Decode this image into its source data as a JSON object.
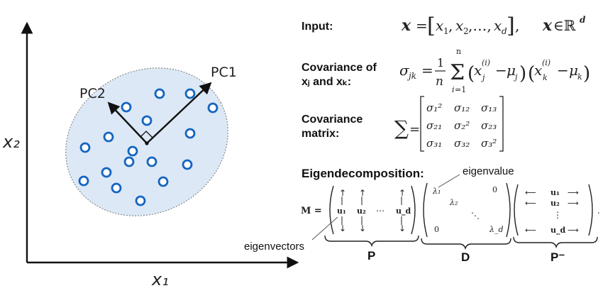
{
  "plot": {
    "x_label": "x₁",
    "y_label": "x₂",
    "pc1_label": "PC1",
    "pc2_label": "PC2",
    "point_color": "#1565c0",
    "ellipse_fill": "#dce8f6",
    "points_count_note": "17"
  },
  "formulas": {
    "input_label": "Input:",
    "input_formula": "x = [x₁, x₂, …, x_d],  x ∈ ℝ^d",
    "covariance_label_line1": "Covariance of",
    "covariance_label_line2": "xⱼ and xₖ:",
    "covariance_formula": "σ_jk = 1/n Σ_{i=1}^{n} (x_j^(i) − μ_j)(x_k^(i) − μ_k)",
    "cov_matrix_label_line1": "Covariance",
    "cov_matrix_label_line2": "matrix:",
    "cov_matrix_cells": [
      [
        "σ₁²",
        "σ₁₂",
        "σ₁₃"
      ],
      [
        "σ₂₁",
        "σ₂²",
        "σ₂₃"
      ],
      [
        "σ₃₁",
        "σ₃₂",
        "σ₃²"
      ]
    ],
    "eigen_label": "Eigendecomposition:",
    "eigenvalue_note": "eigenvalue",
    "eigenvectors_note": "eigenvectors",
    "m_label": "M =",
    "brace_P": "P",
    "brace_D": "D",
    "brace_Pinv": "P⁻",
    "u1": "u₁",
    "u2": "u₂",
    "ud": "u_d",
    "lambda1": "λ₁",
    "lambda2": "λ₂",
    "lambdad": "λ_d",
    "zero": "0",
    "cdots": "⋯",
    "vdots": "⋮",
    "ddots": "⋱"
  }
}
